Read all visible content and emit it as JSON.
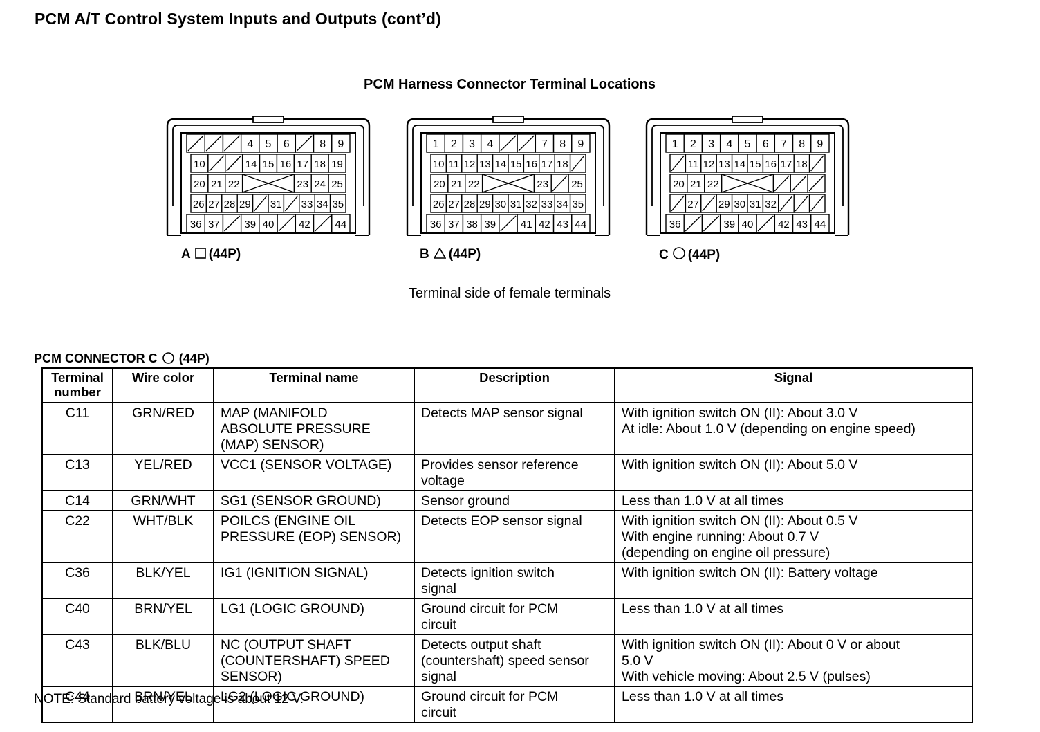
{
  "page": {
    "title": "PCM A/T Control System Inputs and Outputs (cont’d)",
    "diagram_title": "PCM Harness Connector Terminal Locations",
    "terminal_caption": "Terminal side of female terminals",
    "note": "NOTE: Standard battery voltage is about 12 V."
  },
  "connectors": [
    {
      "letter": "A",
      "shape": "square",
      "pins": "(44P)",
      "rows": [
        [
          "",
          "",
          "",
          "4",
          "5",
          "6",
          "",
          "8",
          "9"
        ],
        [
          "10",
          "",
          "",
          "14",
          "15",
          "16",
          "17",
          "18",
          "19"
        ],
        [
          "20",
          "21",
          "22",
          "",
          "",
          "",
          "23",
          "24",
          "25"
        ],
        [
          "26",
          "27",
          "28",
          "29",
          "",
          "31",
          "",
          "33",
          "34",
          "35"
        ],
        [
          "36",
          "37",
          "",
          "39",
          "40",
          "",
          "42",
          "",
          "44"
        ]
      ]
    },
    {
      "letter": "B",
      "shape": "triangle",
      "pins": "(44P)",
      "rows": [
        [
          "1",
          "2",
          "3",
          "4",
          "",
          "",
          "7",
          "8",
          "9"
        ],
        [
          "10",
          "11",
          "12",
          "13",
          "14",
          "15",
          "16",
          "17",
          "18",
          ""
        ],
        [
          "20",
          "21",
          "22",
          "",
          "",
          "",
          "23",
          "",
          "25"
        ],
        [
          "26",
          "27",
          "28",
          "29",
          "30",
          "31",
          "32",
          "33",
          "34",
          "35"
        ],
        [
          "36",
          "37",
          "38",
          "39",
          "",
          "41",
          "42",
          "43",
          "44"
        ]
      ]
    },
    {
      "letter": "C",
      "shape": "circle",
      "pins": "(44P)",
      "rows": [
        [
          "1",
          "2",
          "3",
          "4",
          "5",
          "6",
          "7",
          "8",
          "9"
        ],
        [
          "",
          "11",
          "12",
          "13",
          "14",
          "15",
          "16",
          "17",
          "18",
          ""
        ],
        [
          "20",
          "21",
          "22",
          "",
          "",
          "",
          "",
          "",
          ""
        ],
        [
          "",
          "27",
          "",
          "29",
          "30",
          "31",
          "32",
          "",
          "",
          ""
        ],
        [
          "36",
          "",
          "",
          "39",
          "40",
          "",
          "42",
          "43",
          "44"
        ]
      ]
    }
  ],
  "table": {
    "heading": "PCM CONNECTOR C",
    "heading_pins": "(44P)",
    "headers": {
      "terminal_line1": "Terminal",
      "terminal_line2": "number",
      "wire_color": "Wire color",
      "terminal_name": "Terminal name",
      "description": "Description",
      "signal": "Signal"
    },
    "rows": [
      {
        "terminal": "C11",
        "wire": "GRN/RED",
        "name": [
          "MAP (MANIFOLD",
          "ABSOLUTE PRESSURE",
          "(MAP) SENSOR)"
        ],
        "description": [
          "Detects MAP sensor signal"
        ],
        "signal": [
          "With ignition switch ON (II): About 3.0 V",
          "At idle: About 1.0 V (depending on engine speed)"
        ]
      },
      {
        "terminal": "C13",
        "wire": "YEL/RED",
        "name": [
          "VCC1 (SENSOR VOLTAGE)"
        ],
        "description": [
          "Provides sensor reference",
          "voltage"
        ],
        "signal": [
          "With ignition switch ON (II): About 5.0 V"
        ]
      },
      {
        "terminal": "C14",
        "wire": "GRN/WHT",
        "name": [
          "SG1 (SENSOR GROUND)"
        ],
        "description": [
          "Sensor ground"
        ],
        "signal": [
          "Less than 1.0 V at all times"
        ]
      },
      {
        "terminal": "C22",
        "wire": "WHT/BLK",
        "name": [
          "POILCS (ENGINE OIL",
          "PRESSURE (EOP) SENSOR)"
        ],
        "description": [
          "Detects EOP sensor signal"
        ],
        "signal": [
          "With ignition switch ON (II): About 0.5 V",
          "With engine running: About 0.7 V",
          "(depending on engine oil pressure)"
        ]
      },
      {
        "terminal": "C36",
        "wire": "BLK/YEL",
        "name": [
          "IG1 (IGNITION SIGNAL)"
        ],
        "description": [
          "Detects ignition switch",
          "signal"
        ],
        "signal": [
          "With ignition switch ON (II): Battery voltage"
        ]
      },
      {
        "terminal": "C40",
        "wire": "BRN/YEL",
        "name": [
          "LG1 (LOGIC GROUND)"
        ],
        "description": [
          "Ground circuit for PCM",
          "circuit"
        ],
        "signal": [
          "Less than 1.0 V at all times"
        ]
      },
      {
        "terminal": "C43",
        "wire": "BLK/BLU",
        "name": [
          "NC (OUTPUT SHAFT",
          "(COUNTERSHAFT) SPEED",
          "SENSOR)"
        ],
        "description": [
          "Detects output shaft",
          "(countershaft) speed sensor",
          "signal"
        ],
        "signal": [
          "With ignition switch ON (II): About 0 V or about",
          "5.0 V",
          "With vehicle moving: About 2.5 V (pulses)"
        ]
      },
      {
        "terminal": "C44",
        "wire": "BRN/YEL",
        "name": [
          "LG2 (LOGIC GROUND)"
        ],
        "description": [
          "Ground circuit for PCM",
          "circuit"
        ],
        "signal": [
          "Less than 1.0 V at all times"
        ]
      }
    ]
  }
}
